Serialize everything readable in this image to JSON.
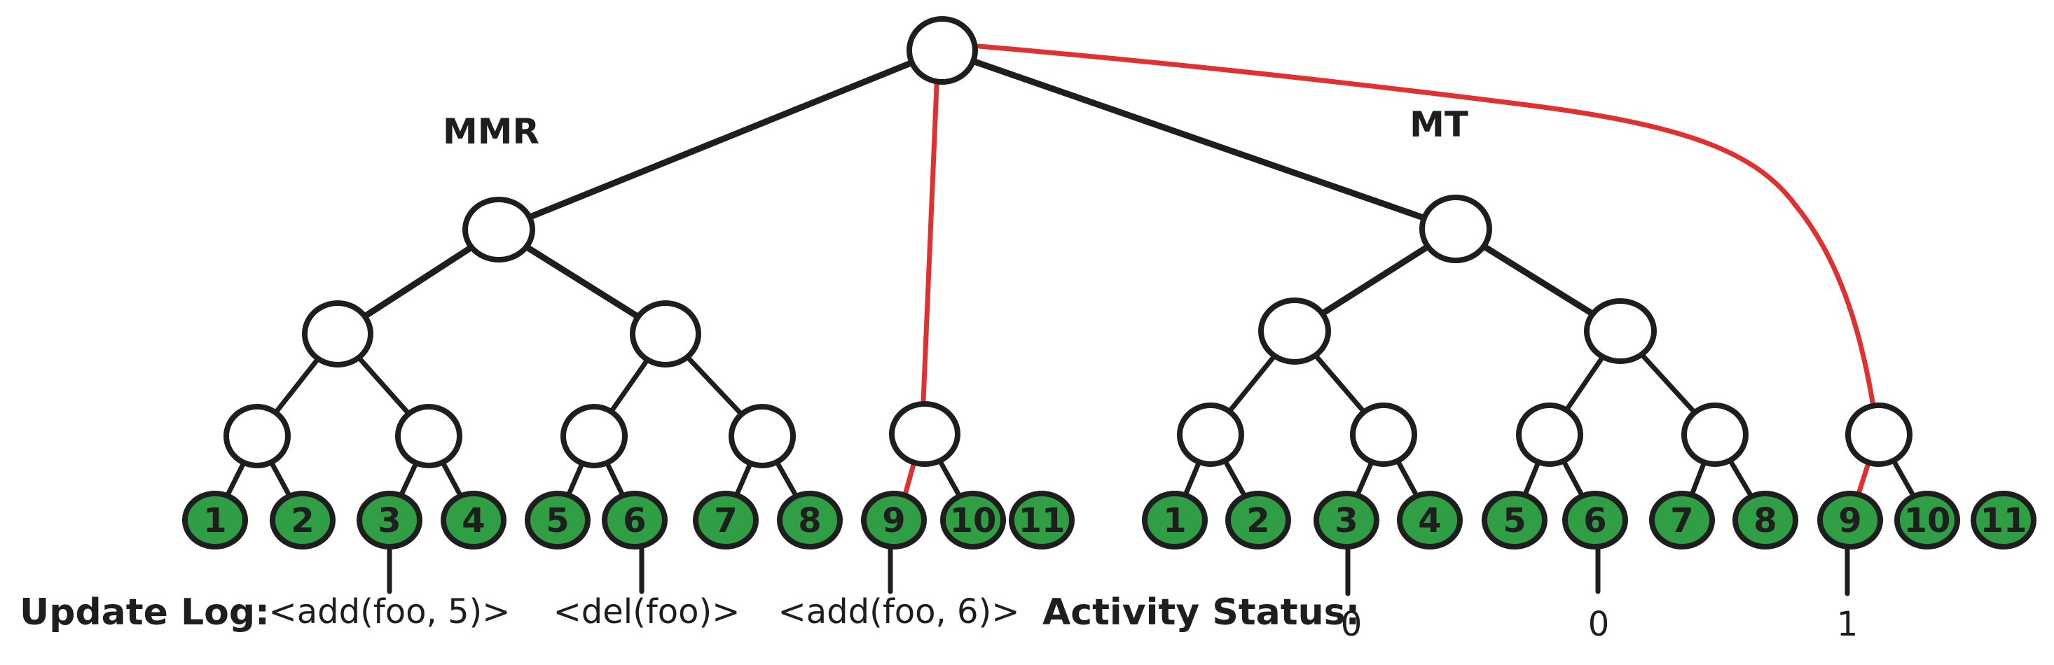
{
  "diagram": {
    "colors": {
      "stroke": "#1e1e1e",
      "leaf_fill": "#2f9e44",
      "node_fill": "#ffffff",
      "highlight": "#e03131",
      "background": "#ffffff"
    },
    "trees": {
      "mmr": {
        "title": "MMR",
        "leaves": [
          "1",
          "2",
          "3",
          "4",
          "5",
          "6",
          "7",
          "8",
          "9",
          "10",
          "11"
        ]
      },
      "mt": {
        "title": "MT",
        "leaves": [
          "1",
          "2",
          "3",
          "4",
          "5",
          "6",
          "7",
          "8",
          "9",
          "10",
          "11"
        ]
      }
    },
    "update_log": {
      "title": "Update Log:",
      "entries": [
        "<add(foo, 5)>",
        "<del(foo)>",
        "<add(foo, 6)>"
      ]
    },
    "activity_status": {
      "title": "Activity Status:",
      "values": [
        "0",
        "0",
        "1"
      ]
    }
  }
}
